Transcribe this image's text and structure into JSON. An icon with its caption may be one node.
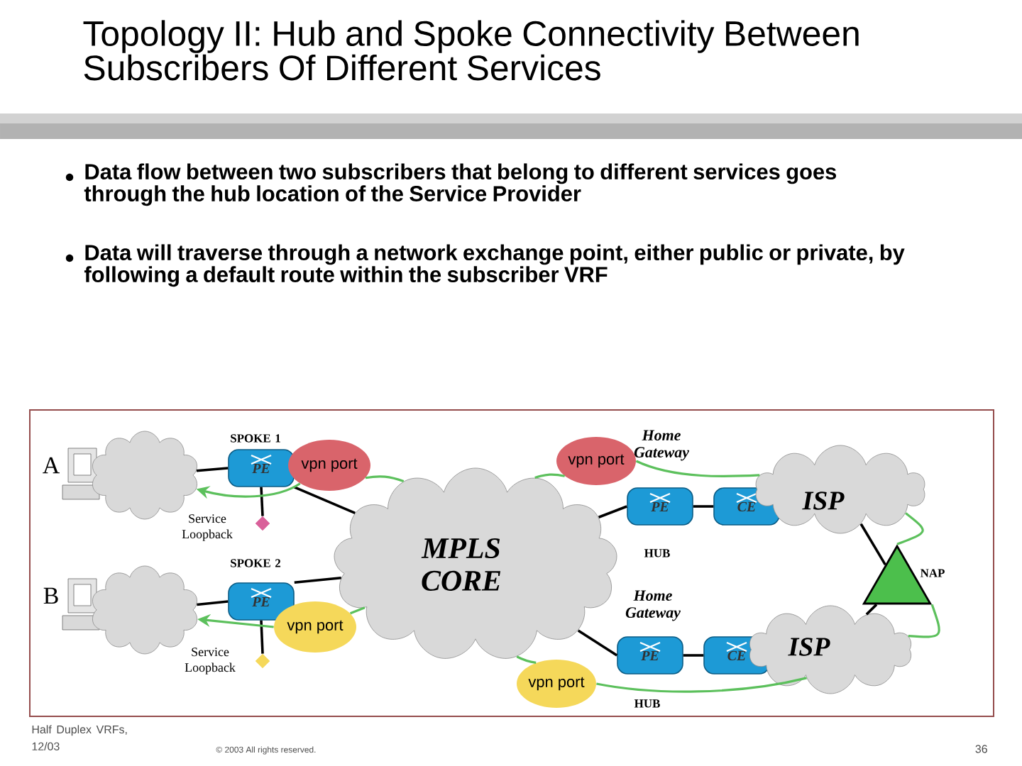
{
  "diagram": {
    "title": "Topology II: Hub and Spoke Connectivity Between Subscribers Of Different Services",
    "nodes": [
      {
        "text": [],
        "shape": "cloud"
      },
      {
        "text": [
          "PE"
        ]
      },
      {
        "text": [
          "vpn port"
        ]
      },
      {
        "text": [],
        "shape": "diamond"
      },
      {
        "text": [],
        "shape": "cloud"
      },
      {
        "text": [
          "PE"
        ]
      },
      {
        "text": [
          "vpn port"
        ]
      },
      {
        "text": [],
        "shape": "diamond"
      },
      {
        "text": [
          "MPLS CORE"
        ]
      },
      {
        "text": [
          "vpn port"
        ]
      },
      {
        "text": [
          "PE"
        ]
      },
      {
        "text": [
          "CE"
        ]
      },
      {
        "text": [
          "ISP"
        ]
      },
      {
        "text": [
          "vpn port"
        ]
      },
      {
        "text": [
          "PE"
        ]
      },
      {
        "text": [
          "CE"
        ]
      },
      {
        "text": [
          "ISP"
        ]
      },
      {
        "text": [],
        "shape": "triangle",
        "beside": [
          "NAP"
        ]
      }
    ],
    "edges": [
      {
        "from": 0,
        "to": 1,
        "arrow": "none"
      },
      {
        "from": 1,
        "to": 3,
        "arrow": "none"
      },
      {
        "from": 1,
        "to": 8,
        "arrow": "none"
      },
      {
        "from": 4,
        "to": 5,
        "arrow": "none"
      },
      {
        "from": 5,
        "to": 7,
        "arrow": "none"
      },
      {
        "from": 5,
        "to": 8,
        "arrow": "none"
      },
      {
        "from": 8,
        "to": 10,
        "arrow": "none"
      },
      {
        "from": 10,
        "to": 11,
        "arrow": "none"
      },
      {
        "from": 8,
        "to": 14,
        "arrow": "none"
      },
      {
        "from": 14,
        "to": 15,
        "arrow": "none"
      },
      {
        "from": 12,
        "to": 17,
        "arrow": "none"
      },
      {
        "from": 16,
        "to": 17,
        "arrow": "none"
      },
      {
        "from": 2,
        "to": 0,
        "arrow": "to",
        "color": "#5cc05c"
      },
      {
        "from": 8,
        "to": 2,
        "arrow": "none",
        "color": "#5cc05c"
      },
      {
        "from": 8,
        "to": 9,
        "arrow": "none",
        "color": "#5cc05c"
      },
      {
        "from": 9,
        "to": 12,
        "arrow": "none",
        "color": "#5cc05c"
      },
      {
        "from": 12,
        "to": 17,
        "arrow": "none",
        "color": "#5cc05c"
      },
      {
        "from": 17,
        "to": 16,
        "arrow": "none",
        "color": "#5cc05c"
      },
      {
        "from": 16,
        "to": 13,
        "arrow": "none",
        "color": "#5cc05c"
      },
      {
        "from": 13,
        "to": 8,
        "arrow": "none",
        "color": "#5cc05c"
      },
      {
        "from": 8,
        "to": 6,
        "arrow": "none",
        "color": "#5cc05c"
      },
      {
        "from": 6,
        "to": 4,
        "arrow": "to",
        "color": "#5cc05c"
      }
    ],
    "labels": [
      "Data flow between two subscribers that belong to different services goes through the hub location of the Service Provider",
      "Data will traverse through a network exchange point, either public or private, by following a default route  within the subscriber VRF",
      "A",
      "SPOKE 1",
      "Home Gateway",
      "Service Loopback",
      "HUB",
      "SPOKE 2",
      "B",
      "Home Gateway",
      "Service Loopback",
      "HUB",
      "Half Duplex VRFs, 12/03",
      "© 2003 All rights reserved.",
      "36"
    ]
  }
}
